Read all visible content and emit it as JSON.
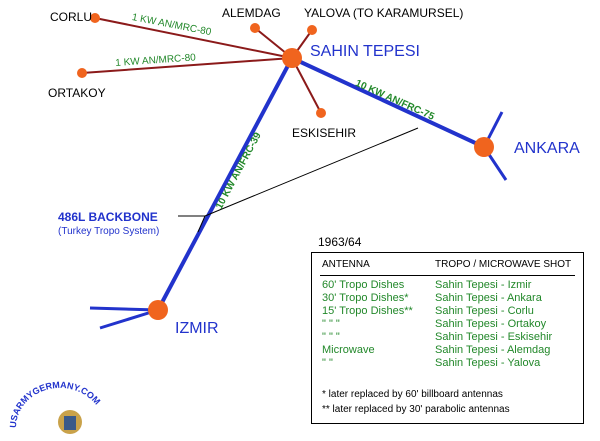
{
  "sites": {
    "corlu": "CORLU",
    "ortakoy": "ORTAKOY",
    "alemdag": "ALEMDAG",
    "yalova": "YALOVA (TO KARAMURSEL)",
    "sahin_tepesi": "SAHIN TEPESI",
    "eskisehir": "ESKISEHIR",
    "ankara": "ANKARA",
    "izmir": "IZMIR"
  },
  "links": {
    "corlu": "1 KW  AN/MRC-80",
    "ortakoy": "1 KW  AN/MRC-80",
    "ankara": "10 KW  AN/FRC-75",
    "izmir": "10 KW  AN/FRC-39"
  },
  "backbone": {
    "title": "486L BACKBONE",
    "subtitle": "(Turkey Tropo System)"
  },
  "year": "1963/64",
  "legend": {
    "col_antenna": "ANTENNA",
    "col_shot": "TROPO / MICROWAVE SHOT",
    "rows": [
      {
        "antenna": "60' Tropo Dishes",
        "shot": "Sahin Tepesi - Izmir"
      },
      {
        "antenna": "30' Tropo Dishes*",
        "shot": "Sahin Tepesi - Ankara"
      },
      {
        "antenna": "15' Tropo Dishes**",
        "shot": "Sahin Tepesi - Corlu"
      },
      {
        "antenna": "\"       \"        \"",
        "shot": "Sahin Tepesi - Ortakoy"
      },
      {
        "antenna": "\"       \"        \"",
        "shot": "Sahin Tepesi - Eskisehir"
      },
      {
        "antenna": "Microwave",
        "shot": "Sahin Tepesi - Alemdag"
      },
      {
        "antenna": "\"       \"",
        "shot": "Sahin Tepesi - Yalova"
      }
    ],
    "footnote1": "*   later replaced by 60' billboard antennas",
    "footnote2": "**  later replaced by 30' parabolic antennas"
  },
  "logo_text": "USARMYGERMANY.COM",
  "colors": {
    "node": "#f0641e",
    "backbone": "#2233cc",
    "link_text": "#22882a",
    "spur": "#8b1a1a"
  }
}
